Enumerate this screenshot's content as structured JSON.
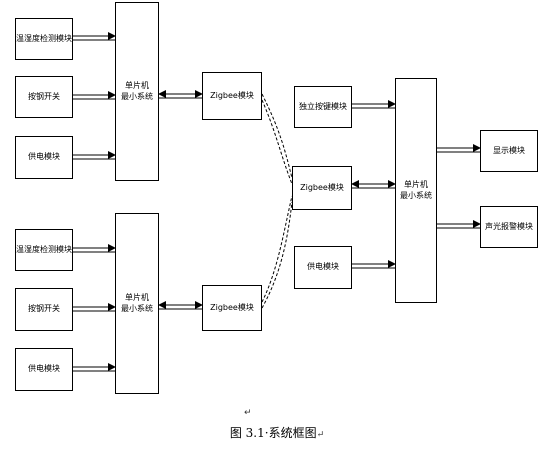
{
  "group1": {
    "sensor": "温湿度检测模块",
    "button": "按钢开关",
    "power": "供电模块",
    "mcu_line1": "单片机",
    "mcu_line2": "最小系统",
    "zigbee": "Zigbee模块"
  },
  "group2": {
    "sensor": "温湿度检测模块",
    "button": "按钢开关",
    "power": "供电模块",
    "mcu_line1": "单片机",
    "mcu_line2": "最小系统",
    "zigbee": "Zigbee模块"
  },
  "receiver": {
    "keys": "独立按键模块",
    "zigbee": "Zigbee模块",
    "power": "供电模块",
    "mcu_line1": "单片机",
    "mcu_line2": "最小系统",
    "display": "显示模块",
    "alarm": "声光报警模块"
  },
  "caption": "图 3.1·系统框图",
  "marks": {
    "enter": "↵",
    "return": "↵"
  }
}
